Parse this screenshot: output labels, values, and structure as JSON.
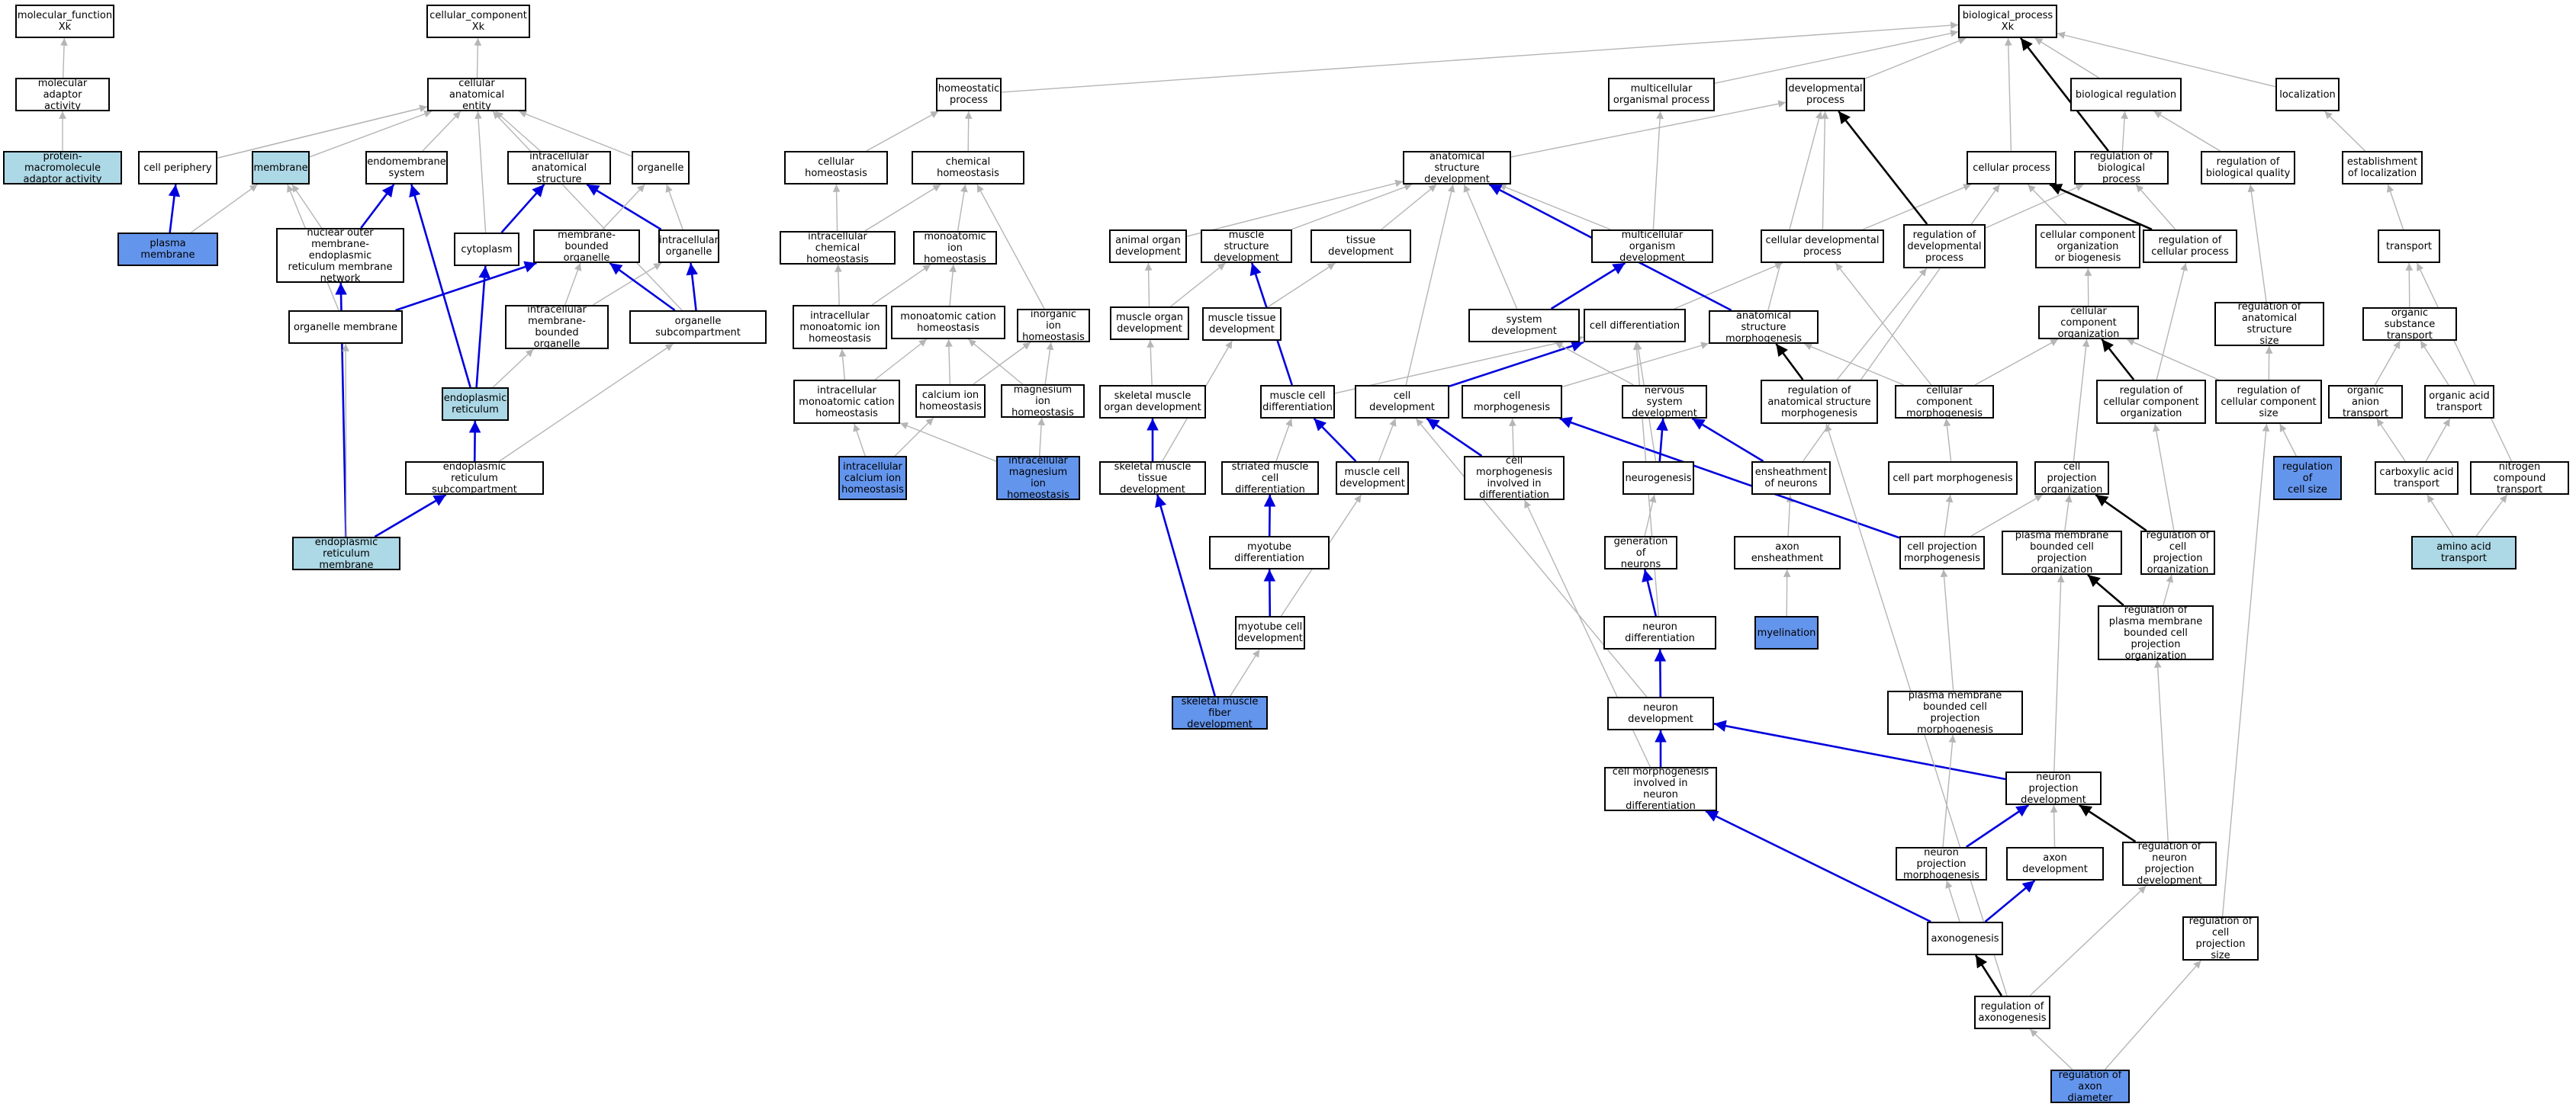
{
  "colors": {
    "grey": "#b5b5b5",
    "blue": "#0000dd",
    "black": "#000000",
    "light": "#add8e6",
    "dark": "#6495ed"
  },
  "nodes": [
    {
      "id": "mf",
      "label": "molecular_function\nXk"
    },
    {
      "id": "mol_adaptor",
      "label": "molecular adaptor\nactivity"
    },
    {
      "id": "pm_adaptor",
      "label": "protein-macromolecule\nadaptor activity",
      "color": "light"
    },
    {
      "id": "cc",
      "label": "cellular_component\nXk"
    },
    {
      "id": "cae",
      "label": "cellular anatomical\nentity"
    },
    {
      "id": "cell_periphery",
      "label": "cell periphery"
    },
    {
      "id": "membrane",
      "label": "membrane",
      "color": "light"
    },
    {
      "id": "endomem",
      "label": "endomembrane\nsystem"
    },
    {
      "id": "ias",
      "label": "intracellular\nanatomical structure"
    },
    {
      "id": "organelle",
      "label": "organelle"
    },
    {
      "id": "plasma_membrane",
      "label": "plasma membrane",
      "color": "dark"
    },
    {
      "id": "nuclear_outer",
      "label": "nuclear outer\nmembrane-endoplasmic\nreticulum membrane\nnetwork"
    },
    {
      "id": "cytoplasm",
      "label": "cytoplasm"
    },
    {
      "id": "mbo",
      "label": "membrane-bounded\norganelle"
    },
    {
      "id": "io",
      "label": "intracellular\norganelle"
    },
    {
      "id": "org_mem",
      "label": "organelle membrane"
    },
    {
      "id": "imbo",
      "label": "intracellular\nmembrane-bounded\norganelle"
    },
    {
      "id": "org_sub",
      "label": "organelle subcompartment"
    },
    {
      "id": "er",
      "label": "endoplasmic\nreticulum",
      "color": "light"
    },
    {
      "id": "er_sub",
      "label": "endoplasmic\nreticulum subcompartment"
    },
    {
      "id": "er_mem",
      "label": "endoplasmic\nreticulum membrane",
      "color": "light"
    },
    {
      "id": "homeo",
      "label": "homeostatic\nprocess"
    },
    {
      "id": "cell_homeo",
      "label": "cellular homeostasis"
    },
    {
      "id": "chem_homeo",
      "label": "chemical homeostasis"
    },
    {
      "id": "ic_chem_homeo",
      "label": "intracellular\nchemical homeostasis"
    },
    {
      "id": "mono_ion",
      "label": "monoatomic ion\nhomeostasis"
    },
    {
      "id": "ic_mono_ion",
      "label": "intracellular\nmonoatomic ion\nhomeostasis"
    },
    {
      "id": "mono_cat",
      "label": "monoatomic cation\nhomeostasis"
    },
    {
      "id": "inorg_ion",
      "label": "inorganic ion\nhomeostasis"
    },
    {
      "id": "ic_mono_cat",
      "label": "intracellular\nmonoatomic cation\nhomeostasis"
    },
    {
      "id": "ca_ion",
      "label": "calcium ion\nhomeostasis"
    },
    {
      "id": "mg_ion",
      "label": "magnesium ion\nhomeostasis"
    },
    {
      "id": "ic_ca",
      "label": "intracellular\ncalcium ion\nhomeostasis",
      "color": "dark"
    },
    {
      "id": "ic_mg",
      "label": "intracellular\nmagnesium ion\nhomeostasis",
      "color": "dark"
    },
    {
      "id": "bp",
      "label": "biological_process\nXk"
    },
    {
      "id": "multi_proc",
      "label": "multicellular\norganismal process"
    },
    {
      "id": "dev_proc",
      "label": "developmental\nprocess"
    },
    {
      "id": "bio_reg",
      "label": "biological regulation"
    },
    {
      "id": "localization",
      "label": "localization"
    },
    {
      "id": "asd",
      "label": "anatomical structure\ndevelopment"
    },
    {
      "id": "cellular_proc",
      "label": "cellular process"
    },
    {
      "id": "reg_bp",
      "label": "regulation of\nbiological process"
    },
    {
      "id": "reg_bq",
      "label": "regulation of\nbiological quality"
    },
    {
      "id": "est_loc",
      "label": "establishment\nof localization"
    },
    {
      "id": "animal_organ",
      "label": "animal organ\ndevelopment"
    },
    {
      "id": "muscle_struct",
      "label": "muscle structure\ndevelopment"
    },
    {
      "id": "tissue_dev",
      "label": "tissue development"
    },
    {
      "id": "multi_org_dev",
      "label": "multicellular\norganism development"
    },
    {
      "id": "cell_dev_proc",
      "label": "cellular developmental\nprocess"
    },
    {
      "id": "reg_dev_proc",
      "label": "regulation of\ndevelopmental\nprocess"
    },
    {
      "id": "ccob",
      "label": "cellular component\norganization\nor biogenesis"
    },
    {
      "id": "reg_cell_proc",
      "label": "regulation of\ncellular process"
    },
    {
      "id": "transport",
      "label": "transport"
    },
    {
      "id": "muscle_organ",
      "label": "muscle organ\ndevelopment"
    },
    {
      "id": "muscle_tissue",
      "label": "muscle tissue\ndevelopment"
    },
    {
      "id": "system_dev",
      "label": "system development"
    },
    {
      "id": "cell_diff",
      "label": "cell differentiation"
    },
    {
      "id": "asm",
      "label": "anatomical structure\nmorphogenesis"
    },
    {
      "id": "cco",
      "label": "cellular component\norganization"
    },
    {
      "id": "reg_as_size",
      "label": "regulation of\nanatomical structure\nsize"
    },
    {
      "id": "org_subst",
      "label": "organic substance\ntransport"
    },
    {
      "id": "skm_organ",
      "label": "skeletal muscle\norgan development"
    },
    {
      "id": "muscle_cell_diff",
      "label": "muscle cell\ndifferentiation"
    },
    {
      "id": "cell_dev",
      "label": "cell development"
    },
    {
      "id": "cell_morph",
      "label": "cell morphogenesis"
    },
    {
      "id": "nsd",
      "label": "nervous system\ndevelopment"
    },
    {
      "id": "reg_asm",
      "label": "regulation of\nanatomical structure\nmorphogenesis"
    },
    {
      "id": "ccm",
      "label": "cellular component\nmorphogenesis"
    },
    {
      "id": "reg_cco",
      "label": "regulation of\ncellular component\norganization"
    },
    {
      "id": "reg_cc_size",
      "label": "regulation of\ncellular component\nsize"
    },
    {
      "id": "org_anion",
      "label": "organic anion\ntransport"
    },
    {
      "id": "org_acid",
      "label": "organic acid\ntransport"
    },
    {
      "id": "skm_tissue",
      "label": "skeletal muscle\ntissue development"
    },
    {
      "id": "striated",
      "label": "striated muscle\ncell differentiation"
    },
    {
      "id": "muscle_cell_dev",
      "label": "muscle cell\ndevelopment"
    },
    {
      "id": "cm_diff",
      "label": "cell morphogenesis\ninvolved in\ndifferentiation"
    },
    {
      "id": "neurogenesis",
      "label": "neurogenesis"
    },
    {
      "id": "ensheath",
      "label": "ensheathment\nof neurons"
    },
    {
      "id": "cpm",
      "label": "cell part morphogenesis"
    },
    {
      "id": "cpo",
      "label": "cell projection\norganization"
    },
    {
      "id": "reg_cell_size",
      "label": "regulation of\ncell size",
      "color": "dark"
    },
    {
      "id": "carbox",
      "label": "carboxylic acid\ntransport"
    },
    {
      "id": "nitrogen",
      "label": "nitrogen compound\ntransport"
    },
    {
      "id": "gen_neurons",
      "label": "generation of\nneurons"
    },
    {
      "id": "axon_ensh",
      "label": "axon ensheathment"
    },
    {
      "id": "cp_morph",
      "label": "cell projection\nmorphogenesis"
    },
    {
      "id": "pmbcpo",
      "label": "plasma membrane\nbounded cell\nprojection organization"
    },
    {
      "id": "reg_cpo",
      "label": "regulation of\ncell projection\norganization"
    },
    {
      "id": "aa_transport",
      "label": "amino acid transport",
      "color": "light"
    },
    {
      "id": "myotube_diff",
      "label": "myotube differentiation"
    },
    {
      "id": "myelination",
      "label": "myelination",
      "color": "dark"
    },
    {
      "id": "neuron_diff",
      "label": "neuron differentiation"
    },
    {
      "id": "reg_pmbcpo",
      "label": "regulation of\nplasma membrane\nbounded cell\nprojection organization"
    },
    {
      "id": "myotube_dev",
      "label": "myotube cell\ndevelopment"
    },
    {
      "id": "pmbcpm",
      "label": "plasma membrane\nbounded cell\nprojection morphogenesis"
    },
    {
      "id": "skm_fiber",
      "label": "skeletal muscle\nfiber development",
      "color": "dark"
    },
    {
      "id": "neuron_dev",
      "label": "neuron development"
    },
    {
      "id": "npd",
      "label": "neuron projection\ndevelopment"
    },
    {
      "id": "cm_neuron",
      "label": "cell morphogenesis\ninvolved in\nneuron differentiation"
    },
    {
      "id": "np_morph",
      "label": "neuron projection\nmorphogenesis"
    },
    {
      "id": "axon_dev",
      "label": "axon development"
    },
    {
      "id": "reg_npd",
      "label": "regulation of\nneuron projection\ndevelopment"
    },
    {
      "id": "axonogenesis",
      "label": "axonogenesis"
    },
    {
      "id": "reg_cp_size",
      "label": "regulation of\ncell projection\nsize"
    },
    {
      "id": "reg_axonogenesis",
      "label": "regulation of\naxonogenesis"
    },
    {
      "id": "reg_axon_diam",
      "label": "regulation of\naxon diameter",
      "color": "dark"
    }
  ],
  "edges": [
    [
      "mol_adaptor",
      "mf",
      "grey"
    ],
    [
      "pm_adaptor",
      "mol_adaptor",
      "grey"
    ],
    [
      "cae",
      "cc",
      "grey"
    ],
    [
      "cell_periphery",
      "cae",
      "grey"
    ],
    [
      "membrane",
      "cae",
      "grey"
    ],
    [
      "endomem",
      "cae",
      "grey"
    ],
    [
      "ias",
      "cae",
      "grey"
    ],
    [
      "organelle",
      "cae",
      "grey"
    ],
    [
      "cytoplasm",
      "cae",
      "grey"
    ],
    [
      "org_sub",
      "cae",
      "grey"
    ],
    [
      "cell_periphery",
      "cae",
      "grey"
    ],
    [
      "plasma_membrane",
      "cell_periphery",
      "blue"
    ],
    [
      "plasma_membrane",
      "membrane",
      "grey"
    ],
    [
      "nuclear_outer",
      "endomem",
      "blue"
    ],
    [
      "nuclear_outer",
      "membrane",
      "grey"
    ],
    [
      "cytoplasm",
      "ias",
      "blue"
    ],
    [
      "io",
      "ias",
      "blue"
    ],
    [
      "io",
      "organelle",
      "grey"
    ],
    [
      "mbo",
      "organelle",
      "grey"
    ],
    [
      "org_mem",
      "membrane",
      "grey"
    ],
    [
      "org_mem",
      "mbo",
      "blue"
    ],
    [
      "imbo",
      "mbo",
      "grey"
    ],
    [
      "imbo",
      "io",
      "grey"
    ],
    [
      "org_sub",
      "mbo",
      "blue"
    ],
    [
      "org_sub",
      "io",
      "blue"
    ],
    [
      "er",
      "cytoplasm",
      "blue"
    ],
    [
      "er",
      "endomem",
      "blue"
    ],
    [
      "er",
      "imbo",
      "grey"
    ],
    [
      "er_sub",
      "er",
      "blue"
    ],
    [
      "er_sub",
      "org_sub",
      "grey"
    ],
    [
      "er_mem",
      "er_sub",
      "blue"
    ],
    [
      "er_mem",
      "nuclear_outer",
      "blue"
    ],
    [
      "er_mem",
      "org_mem",
      "grey"
    ],
    [
      "cell_homeo",
      "homeo",
      "grey"
    ],
    [
      "chem_homeo",
      "homeo",
      "grey"
    ],
    [
      "ic_chem_homeo",
      "cell_homeo",
      "grey"
    ],
    [
      "ic_chem_homeo",
      "chem_homeo",
      "grey"
    ],
    [
      "mono_ion",
      "chem_homeo",
      "grey"
    ],
    [
      "ic_mono_ion",
      "ic_chem_homeo",
      "grey"
    ],
    [
      "ic_mono_ion",
      "mono_ion",
      "grey"
    ],
    [
      "mono_cat",
      "mono_ion",
      "grey"
    ],
    [
      "inorg_ion",
      "chem_homeo",
      "grey"
    ],
    [
      "ic_mono_cat",
      "ic_mono_ion",
      "grey"
    ],
    [
      "ic_mono_cat",
      "mono_cat",
      "grey"
    ],
    [
      "ca_ion",
      "mono_cat",
      "grey"
    ],
    [
      "ca_ion",
      "inorg_ion",
      "grey"
    ],
    [
      "mg_ion",
      "mono_cat",
      "grey"
    ],
    [
      "mg_ion",
      "inorg_ion",
      "grey"
    ],
    [
      "ic_ca",
      "ic_mono_cat",
      "grey"
    ],
    [
      "ic_ca",
      "ca_ion",
      "grey"
    ],
    [
      "ic_mg",
      "ic_mono_cat",
      "grey"
    ],
    [
      "ic_mg",
      "mg_ion",
      "grey"
    ],
    [
      "multi_proc",
      "bp",
      "grey"
    ],
    [
      "dev_proc",
      "bp",
      "grey"
    ],
    [
      "bio_reg",
      "bp",
      "grey"
    ],
    [
      "localization",
      "bp",
      "grey"
    ],
    [
      "cellular_proc",
      "bp",
      "grey"
    ],
    [
      "reg_bp",
      "bp",
      "black"
    ],
    [
      "homeo",
      "bp",
      "grey"
    ],
    [
      "asd",
      "dev_proc",
      "grey"
    ],
    [
      "reg_bp",
      "bio_reg",
      "grey"
    ],
    [
      "reg_bq",
      "bio_reg",
      "grey"
    ],
    [
      "est_loc",
      "localization",
      "grey"
    ],
    [
      "animal_organ",
      "asd",
      "grey"
    ],
    [
      "muscle_struct",
      "asd",
      "grey"
    ],
    [
      "tissue_dev",
      "asd",
      "grey"
    ],
    [
      "multi_org_dev",
      "asd",
      "grey"
    ],
    [
      "multi_org_dev",
      "multi_proc",
      "grey"
    ],
    [
      "cell_dev_proc",
      "dev_proc",
      "grey"
    ],
    [
      "cell_dev_proc",
      "cellular_proc",
      "grey"
    ],
    [
      "reg_dev_proc",
      "dev_proc",
      "black"
    ],
    [
      "reg_dev_proc",
      "reg_bp",
      "grey"
    ],
    [
      "ccob",
      "cellular_proc",
      "grey"
    ],
    [
      "reg_cell_proc",
      "cellular_proc",
      "black"
    ],
    [
      "reg_cell_proc",
      "reg_bp",
      "grey"
    ],
    [
      "transport",
      "est_loc",
      "grey"
    ],
    [
      "muscle_organ",
      "animal_organ",
      "grey"
    ],
    [
      "muscle_organ",
      "muscle_struct",
      "grey"
    ],
    [
      "muscle_tissue",
      "tissue_dev",
      "grey"
    ],
    [
      "system_dev",
      "asd",
      "grey"
    ],
    [
      "system_dev",
      "multi_org_dev",
      "blue"
    ],
    [
      "cell_diff",
      "cell_dev_proc",
      "grey"
    ],
    [
      "asm",
      "asd",
      "blue"
    ],
    [
      "asm",
      "dev_proc",
      "grey"
    ],
    [
      "cco",
      "ccob",
      "grey"
    ],
    [
      "reg_as_size",
      "reg_bq",
      "grey"
    ],
    [
      "org_subst",
      "transport",
      "grey"
    ],
    [
      "skm_organ",
      "muscle_organ",
      "grey"
    ],
    [
      "muscle_cell_diff",
      "cell_diff",
      "grey"
    ],
    [
      "muscle_cell_diff",
      "muscle_struct",
      "blue"
    ],
    [
      "cell_dev",
      "cell_diff",
      "blue"
    ],
    [
      "cell_dev",
      "asd",
      "grey"
    ],
    [
      "cell_morph",
      "asm",
      "grey"
    ],
    [
      "nsd",
      "system_dev",
      "grey"
    ],
    [
      "reg_asm",
      "asm",
      "black"
    ],
    [
      "reg_asm",
      "reg_dev_proc",
      "grey"
    ],
    [
      "ccm",
      "asm",
      "grey"
    ],
    [
      "ccm",
      "cco",
      "grey"
    ],
    [
      "ccm",
      "cell_dev_proc",
      "grey"
    ],
    [
      "reg_cco",
      "cco",
      "black"
    ],
    [
      "reg_cco",
      "reg_cell_proc",
      "grey"
    ],
    [
      "reg_cc_size",
      "cco",
      "grey"
    ],
    [
      "reg_cc_size",
      "reg_as_size",
      "grey"
    ],
    [
      "org_anion",
      "org_subst",
      "grey"
    ],
    [
      "org_acid",
      "org_subst",
      "grey"
    ],
    [
      "skm_tissue",
      "skm_organ",
      "blue"
    ],
    [
      "skm_tissue",
      "muscle_tissue",
      "grey"
    ],
    [
      "striated",
      "muscle_cell_diff",
      "grey"
    ],
    [
      "muscle_cell_dev",
      "muscle_cell_diff",
      "blue"
    ],
    [
      "muscle_cell_dev",
      "cell_dev",
      "grey"
    ],
    [
      "cm_diff",
      "cell_dev",
      "blue"
    ],
    [
      "cm_diff",
      "cell_morph",
      "grey"
    ],
    [
      "neurogenesis",
      "nsd",
      "blue"
    ],
    [
      "neurogenesis",
      "cell_diff",
      "grey"
    ],
    [
      "ensheath",
      "nsd",
      "blue"
    ],
    [
      "ensheath",
      "cellular_proc",
      "grey"
    ],
    [
      "cpm",
      "ccm",
      "grey"
    ],
    [
      "cpo",
      "cco",
      "grey"
    ],
    [
      "reg_cell_size",
      "reg_cc_size",
      "grey"
    ],
    [
      "carbox",
      "org_anion",
      "grey"
    ],
    [
      "carbox",
      "org_acid",
      "grey"
    ],
    [
      "nitrogen",
      "transport",
      "grey"
    ],
    [
      "gen_neurons",
      "neurogenesis",
      "grey"
    ],
    [
      "axon_ensh",
      "ensheath",
      "grey"
    ],
    [
      "cp_morph",
      "cpm",
      "grey"
    ],
    [
      "cp_morph",
      "cpo",
      "grey"
    ],
    [
      "cp_morph",
      "cell_morph",
      "blue"
    ],
    [
      "pmbcpo",
      "cpo",
      "grey"
    ],
    [
      "reg_cpo",
      "cpo",
      "black"
    ],
    [
      "reg_cpo",
      "reg_cco",
      "grey"
    ],
    [
      "aa_transport",
      "carbox",
      "grey"
    ],
    [
      "aa_transport",
      "nitrogen",
      "grey"
    ],
    [
      "myotube_diff",
      "striated",
      "blue"
    ],
    [
      "myelination",
      "axon_ensh",
      "grey"
    ],
    [
      "neuron_diff",
      "gen_neurons",
      "blue"
    ],
    [
      "neuron_diff",
      "cell_diff",
      "grey"
    ],
    [
      "reg_pmbcpo",
      "pmbcpo",
      "black"
    ],
    [
      "reg_pmbcpo",
      "reg_cpo",
      "grey"
    ],
    [
      "myotube_dev",
      "myotube_diff",
      "blue"
    ],
    [
      "myotube_dev",
      "muscle_cell_dev",
      "grey"
    ],
    [
      "pmbcpm",
      "cp_morph",
      "grey"
    ],
    [
      "skm_fiber",
      "skm_tissue",
      "blue"
    ],
    [
      "skm_fiber",
      "myotube_dev",
      "grey"
    ],
    [
      "neuron_dev",
      "neuron_diff",
      "blue"
    ],
    [
      "neuron_dev",
      "cell_dev",
      "grey"
    ],
    [
      "npd",
      "neuron_dev",
      "blue"
    ],
    [
      "npd",
      "pmbcpo",
      "grey"
    ],
    [
      "cm_neuron",
      "neuron_dev",
      "blue"
    ],
    [
      "cm_neuron",
      "cm_diff",
      "grey"
    ],
    [
      "np_morph",
      "npd",
      "blue"
    ],
    [
      "np_morph",
      "pmbcpm",
      "grey"
    ],
    [
      "axon_dev",
      "npd",
      "grey"
    ],
    [
      "reg_npd",
      "npd",
      "black"
    ],
    [
      "reg_npd",
      "reg_pmbcpo",
      "grey"
    ],
    [
      "axonogenesis",
      "axon_dev",
      "blue"
    ],
    [
      "axonogenesis",
      "cm_neuron",
      "blue"
    ],
    [
      "axonogenesis",
      "np_morph",
      "grey"
    ],
    [
      "reg_cp_size",
      "reg_cc_size",
      "grey"
    ],
    [
      "reg_axonogenesis",
      "axonogenesis",
      "black"
    ],
    [
      "reg_axonogenesis",
      "reg_npd",
      "grey"
    ],
    [
      "reg_axonogenesis",
      "reg_asm",
      "grey"
    ],
    [
      "reg_axon_diam",
      "reg_axonogenesis",
      "grey"
    ],
    [
      "reg_axon_diam",
      "reg_cp_size",
      "grey"
    ]
  ]
}
